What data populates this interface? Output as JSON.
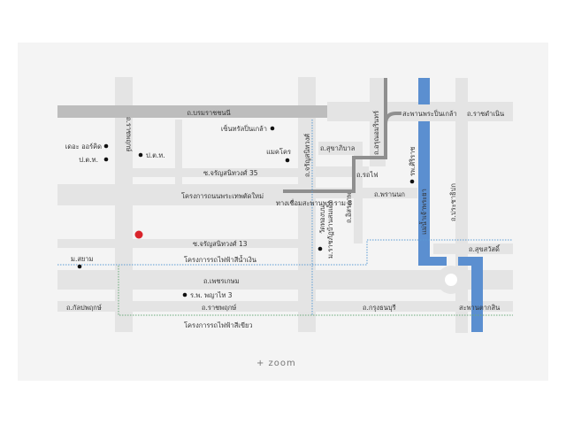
{
  "colors": {
    "road": "#e4e4e4",
    "main_road": "#bdbdbd",
    "expressway": "#8f8f8f",
    "river": "#5b8fd0",
    "marker": "#d9242b",
    "blue_line": "#5b9bd5",
    "green_line": "#6aaa7a"
  },
  "roads": {
    "borommaratchachonnani": "ถ.บรมราชชนนี",
    "ratchaphruek_v": "ถ.ราชพฤกษ์",
    "charansanitwong_v": "ถ.จรัญสนิทวงศ์",
    "arun_amarin": "ถ.อรุณอมรินทร์",
    "ratchadamnoen": "ถ.ราชดำเนิน",
    "pinklao_bridge": "สะพานพระปิ่นเกล้า",
    "sukhaphiban": "ถ.สุขาภิบาล",
    "rot_fai": "ถ.รถไฟ",
    "phran_nok": "ถ.พรานนก",
    "soi35": "ซ.จรัญสนิทวงศ์ 35",
    "new_road_project": "โครงการถนนพระเทพตัดใหม่",
    "rama8_link": "ทางเชื่อมสะพานพระราม 8",
    "soi13": "ซ.จรัญสนิทวงศ์ 13",
    "blue_line": "โครงการรถไฟฟ้าสีน้ำเงิน",
    "phetkasem": "ถ.เพชรเกษม",
    "ratchaphruek_h": "ถ.ราชพฤกษ์",
    "kanlapaphruek": "ถ.กัลปพฤกษ์",
    "green_line": "โครงการรถไฟฟ้าสีเขียว",
    "krung_thonburi": "ถ.กรุงธนบุรี",
    "taksin_bridge": "สะพานตากสิน",
    "suksawat": "ถ.สุขสวัสดิ์",
    "isaraphap": "ถ.อิสรภาพ",
    "prachathipok": "ถ.ประชาธิปก",
    "chao_phraya": "แม่น้ำเจ้าพระยา"
  },
  "places": {
    "the_orchid": "เดอะ ออร์คิด",
    "pto_left": "ป.ต.ท.",
    "pto_mid": "ป.ต.ท.",
    "central_pinklao": "เซ็นทรัลปิ่นเกล้า",
    "makro": "แมคโคร",
    "siriraj": "รพ.ศิริราช",
    "wat_thong": "วัดทองบน",
    "bansomdej": "ม.ราชภัฏบ้านสมเด็จ",
    "m_siam": "ม.สยาม",
    "hospital_phyathai3": "ร.พ. พญาไท 3"
  },
  "zoom_label": "+ zoom"
}
